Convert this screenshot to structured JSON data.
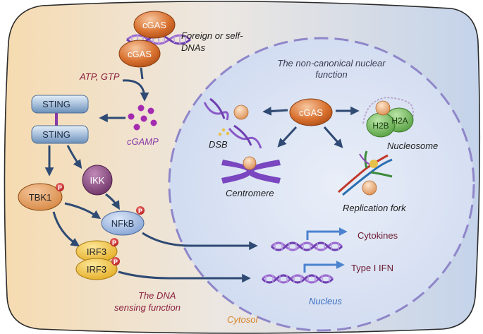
{
  "labels": {
    "cgas_top": "cGAS",
    "cgas_bottom": "cGAS",
    "foreign_dna_line1": "Foreign or self-",
    "foreign_dna_line2": "DNAs",
    "atp_gtp": "ATP, GTP",
    "cgamp": "cGAMP",
    "sting_top": "STING",
    "sting_bottom": "STING",
    "ikk": "IKK",
    "tbk1": "TBK1",
    "nfkb": "NFkB",
    "irf3_top": "IRF3",
    "irf3_bottom": "IRF3",
    "p": "P",
    "sensing_line1": "The DNA",
    "sensing_line2": "sensing function",
    "cytosol": "Cytosol",
    "nucleus": "Nucleus",
    "noncanonical_line1": "The non-canonical nuclear",
    "noncanonical_line2": "function",
    "cgas_nuclear": "cGAS",
    "dsb": "DSB",
    "centromere": "Centromere",
    "nucleosome": "Nucleosome",
    "h2b": "H2B",
    "h2a": "H2A",
    "replication_fork": "Replication fork",
    "cytokines": "Cytokines",
    "type1ifn": "Type I IFN"
  },
  "colors": {
    "arrow": "#2f4a73",
    "text_maroon": "#8b2040",
    "text_purple": "#8a3aa8",
    "cytosol_text": "#d9852a",
    "nucleus_text": "#3a6fc2",
    "nucleus_border": "#8f86c9"
  }
}
